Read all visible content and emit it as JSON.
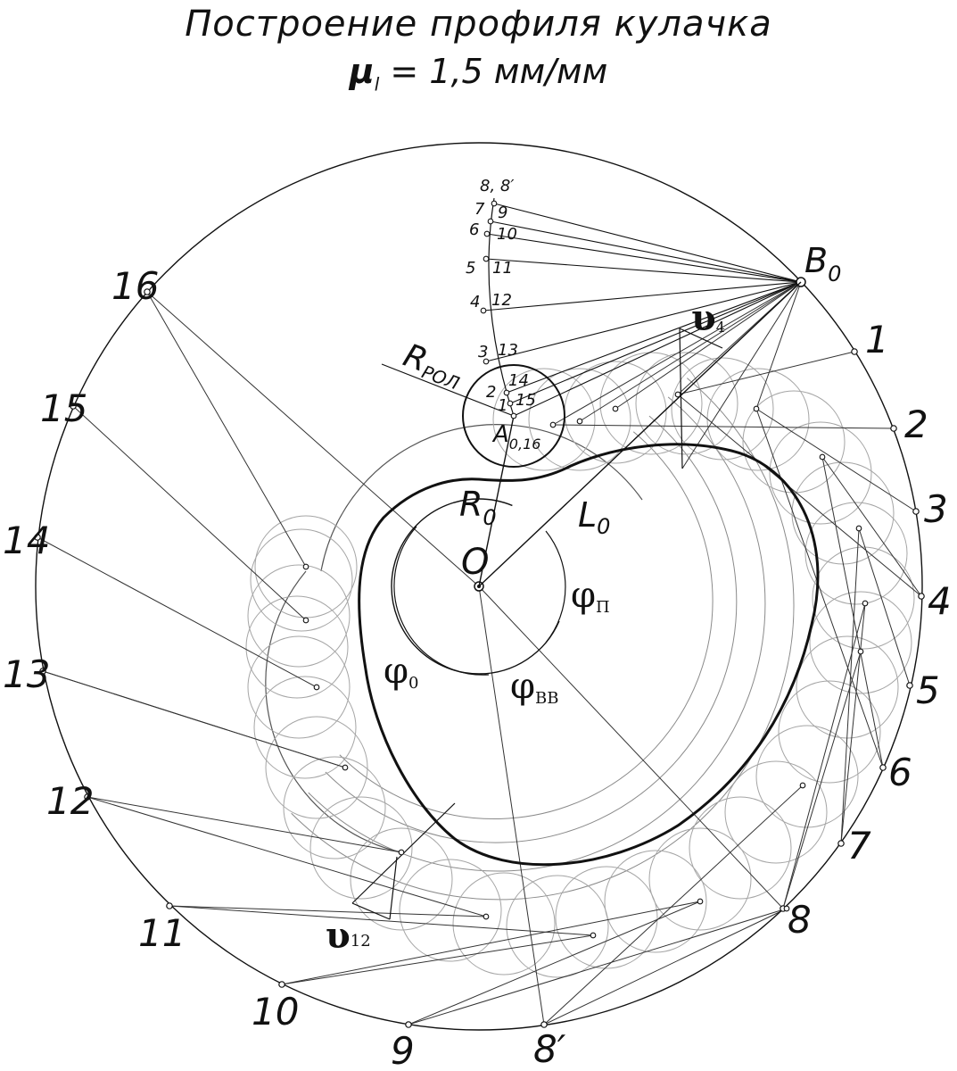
{
  "title": {
    "line1": "Построение профиля кулачка",
    "line2_mu": "μ",
    "line2_sub": "l",
    "line2_rest": "= 1,5 мм/мм"
  },
  "outer_labels": [
    "1",
    "2",
    "3",
    "4",
    "5",
    "6",
    "7",
    "8",
    "8′",
    "9",
    "10",
    "11",
    "12",
    "13",
    "14",
    "15",
    "16"
  ],
  "arc_labels": {
    "left": [
      "8, 8′",
      "7",
      "6",
      "5",
      "4",
      "3",
      "2",
      "1"
    ],
    "right": [
      "9",
      "10",
      "11",
      "12",
      "13",
      "14",
      "15"
    ]
  },
  "labels": {
    "B0": "B",
    "B0_sub": "0",
    "R_rol": "R",
    "R_rol_sub": "РОЛ",
    "A0": "A",
    "A0_sub": "0,16",
    "R0": "R",
    "R0_sub": "0",
    "L0": "L",
    "L0_sub": "0",
    "O": "O",
    "phi_p": "φ",
    "phi_p_sub": "П",
    "phi_o": "φ",
    "phi_o_sub": "0",
    "phi_vv": "φ",
    "phi_vv_sub": "ВВ",
    "ups4": "υ",
    "ups4_sub": "4",
    "ups12": "υ",
    "ups12_sub": "12"
  },
  "colors": {
    "ink": "#111111",
    "thin": "#444444",
    "light": "#9a9a9a"
  }
}
